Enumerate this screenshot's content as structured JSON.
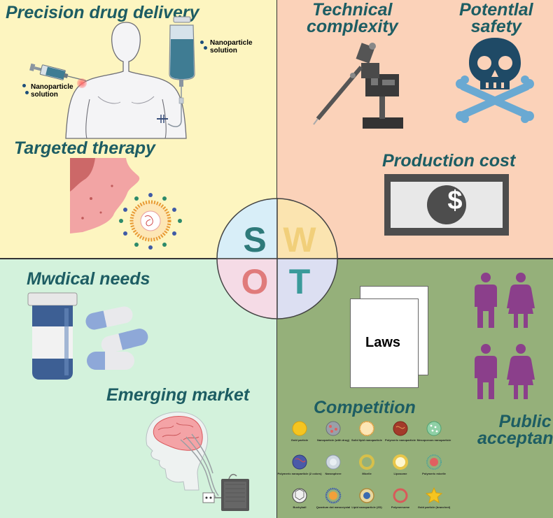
{
  "strengths": {
    "drug_delivery_title": "Precision drug delivery",
    "nanoparticle_label_1": "Nanoparticle\nsolution",
    "nanoparticle_label_2": "Nanoparticle\nsolution",
    "therapy_title": "Targeted therapy"
  },
  "weaknesses": {
    "complexity_title": "Technical\ncomplexity",
    "safety_title": "Potentlal\nsafety",
    "cost_title": "Production cost",
    "currency_symbol": "$"
  },
  "opportunities": {
    "needs_title": "Mwdical needs",
    "market_title": "Emerging market"
  },
  "threats": {
    "laws_label": "Laws",
    "competition_title": "Competition",
    "public_title": "Public\nacceptance",
    "nanoparticles": [
      {
        "label": "Gold particle"
      },
      {
        "label": "Nanoparticle (with drug)"
      },
      {
        "label": "Solid lipid nanoparticle"
      },
      {
        "label": "Polymeric nanoparticle"
      },
      {
        "label": "Mesoporous nanoparticle"
      },
      {
        "label": "Polymeric nanoparticle (2 colors)"
      },
      {
        "label": "Nanosphere"
      },
      {
        "label": "Micelle"
      },
      {
        "label": "Liposome"
      },
      {
        "label": "Polymeric micelle"
      },
      {
        "label": "Buckyball"
      },
      {
        "label": "Quantum dot nanocrystal"
      },
      {
        "label": "Lipid nanoparticle (2D)"
      },
      {
        "label": "Polymersome"
      },
      {
        "label": "Gold particle (branched)"
      }
    ]
  },
  "swot": {
    "s": "S",
    "w": "W",
    "o": "O",
    "t": "T",
    "colors": {
      "s_bg": "#d8eef8",
      "w_bg": "#fbe4b0",
      "o_bg": "#f5dbe6",
      "t_bg": "#dcdff2",
      "s_fg": "#2e7a7a",
      "w_fg": "#f1cf7a",
      "o_fg": "#e07b7b",
      "t_fg": "#3a9a9a"
    }
  },
  "colors": {
    "heading": "#1d5d63",
    "s_bg": "#fdf5c0",
    "w_bg": "#fbd2b9",
    "o_bg": "#d3f2dc",
    "t_bg": "#95b07a",
    "divider": "#333333",
    "person": "#8b3f8b"
  }
}
